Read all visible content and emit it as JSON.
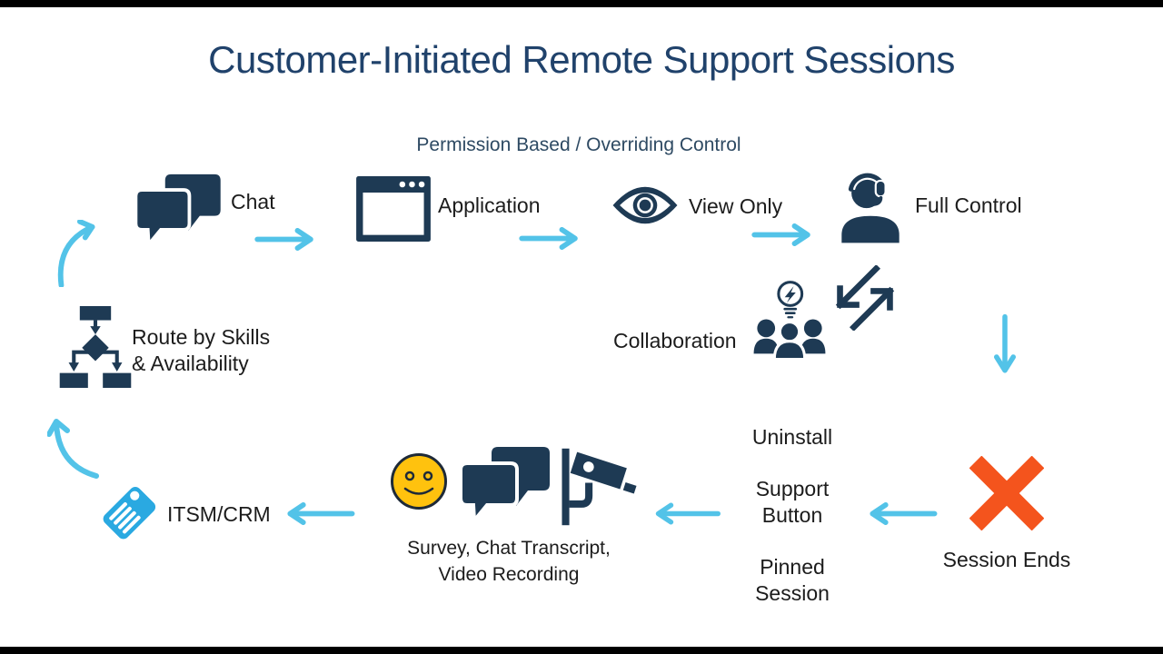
{
  "title": "Customer-Initiated Remote Support Sessions",
  "flow_note": "Permission Based / Overriding Control",
  "colors": {
    "navy": "#1E3A54",
    "title_color": "#20426B",
    "note_color": "#2E4A63",
    "label_color": "#1C1C1C",
    "arrow_blue": "#53C3E8",
    "tag_blue": "#2AA9E1",
    "orange": "#F4541D",
    "smiley_yellow": "#FFC20E"
  },
  "nodes": {
    "chat": {
      "label": "Chat",
      "icon": "chat-bubbles-icon"
    },
    "application": {
      "label": "Application",
      "icon": "application-window-icon"
    },
    "view_only": {
      "label": "View Only",
      "icon": "eye-icon"
    },
    "full_control": {
      "label": "Full Control",
      "icon": "support-agent-icon"
    },
    "collaboration": {
      "label": "Collaboration",
      "icon": "collaboration-people-lightbulb-icon"
    },
    "route": {
      "line1": "Route by Skills",
      "line2": "& Availability",
      "icon": "routing-flowchart-icon"
    },
    "session_ends": {
      "label": "Session Ends",
      "icon": "orange-x-icon"
    },
    "end_methods": [
      "Uninstall",
      "Support Button",
      "Pinned Session"
    ],
    "survey": {
      "line1": "Survey, Chat Transcript,",
      "line2": "Video Recording",
      "icons": [
        "smiley-face-icon",
        "chat-bubbles-icon",
        "security-camera-icon"
      ]
    },
    "itsm_crm": {
      "label": "ITSM/CRM",
      "icon": "price-tag-icon"
    }
  }
}
